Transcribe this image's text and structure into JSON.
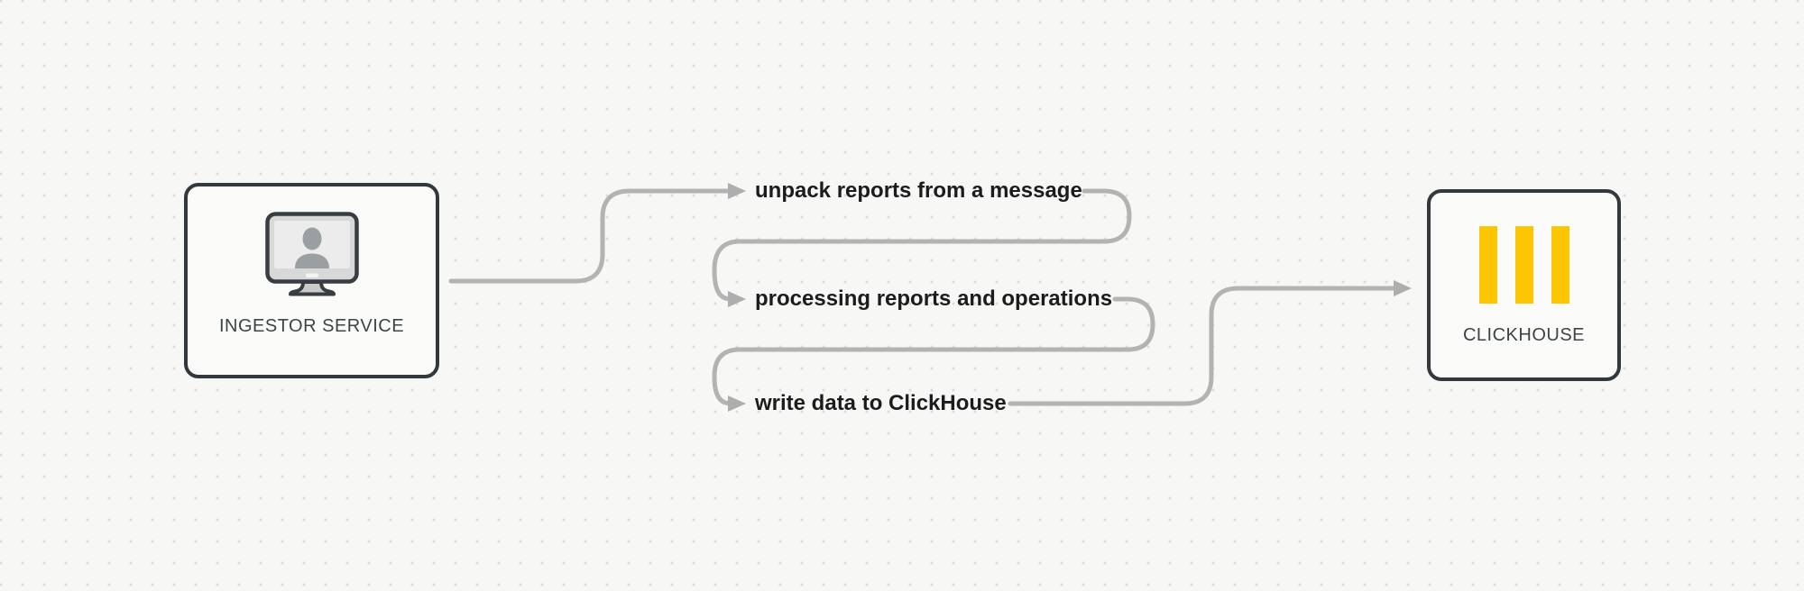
{
  "diagram": {
    "background_color": "#f7f7f5",
    "dot_color": "#dcdcda",
    "connector_color": "#b3b3b3",
    "node_border_color": "#33383c",
    "nodes": [
      {
        "id": "ingestor-service",
        "label": "INGESTOR SERVICE",
        "icon": "monitor-user-icon"
      },
      {
        "id": "clickhouse",
        "label": "CLICKHOUSE",
        "icon": "clickhouse-bars-icon",
        "brand_color": "#fdc605"
      }
    ],
    "steps": [
      {
        "label": "unpack reports from a message"
      },
      {
        "label": "processing reports and operations"
      },
      {
        "label": "write data to ClickHouse"
      }
    ]
  }
}
